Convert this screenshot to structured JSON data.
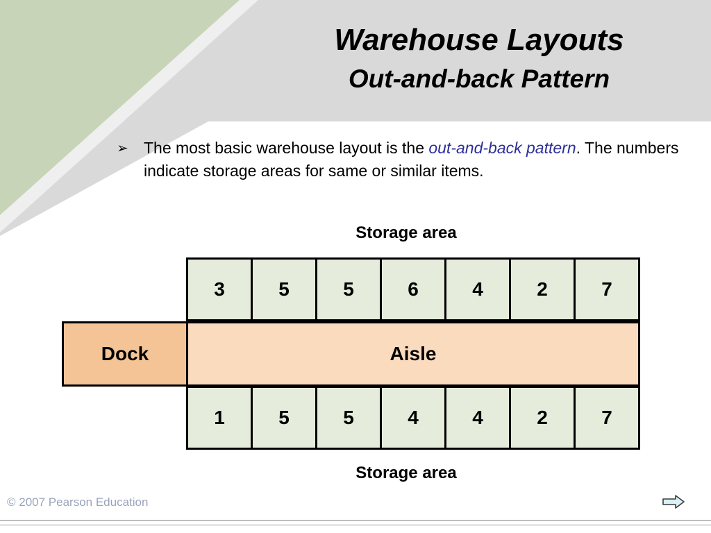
{
  "slide": {
    "title": "Warehouse Layouts",
    "subtitle": "Out-and-back Pattern",
    "bullet": {
      "text_before": "The most basic warehouse layout is the ",
      "emphasis": "out-and-back pattern",
      "text_after": ". The numbers indicate storage areas for same or similar items."
    },
    "copyright": "© 2007 Pearson Education"
  },
  "diagram": {
    "top_caption": "Storage area",
    "bottom_caption": "Storage area",
    "top_row": [
      "3",
      "5",
      "5",
      "6",
      "4",
      "2",
      "7"
    ],
    "bottom_row": [
      "1",
      "5",
      "5",
      "4",
      "4",
      "2",
      "7"
    ],
    "dock_label": "Dock",
    "aisle_label": "Aisle"
  },
  "colors": {
    "storage_cell": "#e6ecdc",
    "dock": "#f4c496",
    "aisle": "#fadbbe",
    "emphasis_text": "#2e2e9a",
    "header_band": "#d9d9d9",
    "accent_diagonal": "#c7d4b7"
  },
  "icons": {
    "bullet": "arrowhead-bullet-icon",
    "next": "next-slide-arrow-icon"
  }
}
